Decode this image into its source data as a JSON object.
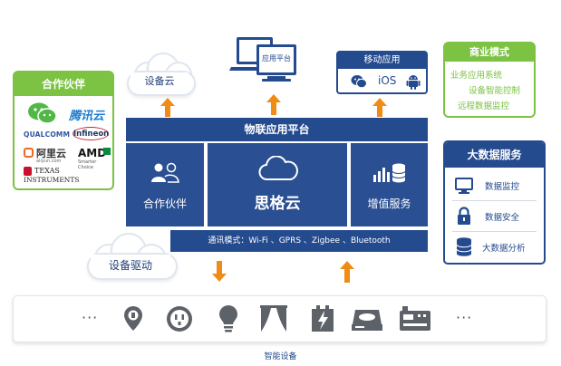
{
  "partners": {
    "title": "合作伙伴",
    "logos": {
      "tencent_cloud": "腾讯云",
      "qualcomm": "QUALCOMM",
      "infineon": "Infineon",
      "aliyun": "阿里云",
      "aliyun_sub": "aliyun.com",
      "ti_line1": "TEXAS",
      "ti_line2": "INSTRUMENTS",
      "amd": "AMD",
      "amd_sub": "Smarter Choice"
    }
  },
  "top": {
    "device_cloud": "设备云",
    "app_platform": "应用平台",
    "mobile_app": {
      "title": "移动应用",
      "ios": "iOS"
    }
  },
  "business": {
    "title": "商业模式",
    "items": [
      "业务应用系统",
      "设备智能控制",
      "远程数据监控"
    ]
  },
  "platform": {
    "title": "物联应用平台",
    "partner": "合作伙伴",
    "core": "思格云",
    "value_added": "增值服务",
    "comm": "通讯模式：Wi-Fi 、GPRS 、Zigbee 、Bluetooth"
  },
  "bigdata": {
    "title": "大数据服务",
    "items": [
      {
        "label": "数据监控",
        "icon": "monitor-icon"
      },
      {
        "label": "数据安全",
        "icon": "lock-icon"
      },
      {
        "label": "大数据分析",
        "icon": "database-icon"
      }
    ]
  },
  "driver": {
    "label": "设备驱动"
  },
  "devices": {
    "label": "智能设备",
    "ellipsis_left": "···",
    "ellipsis_right": "···",
    "icons": [
      "location-plug-icon",
      "socket-icon",
      "bulb-icon",
      "curtain-icon",
      "power-icon",
      "cooker-icon",
      "controller-icon"
    ]
  },
  "colors": {
    "navy": "#254b8f",
    "green": "#7cc243",
    "orange": "#f08c16"
  }
}
